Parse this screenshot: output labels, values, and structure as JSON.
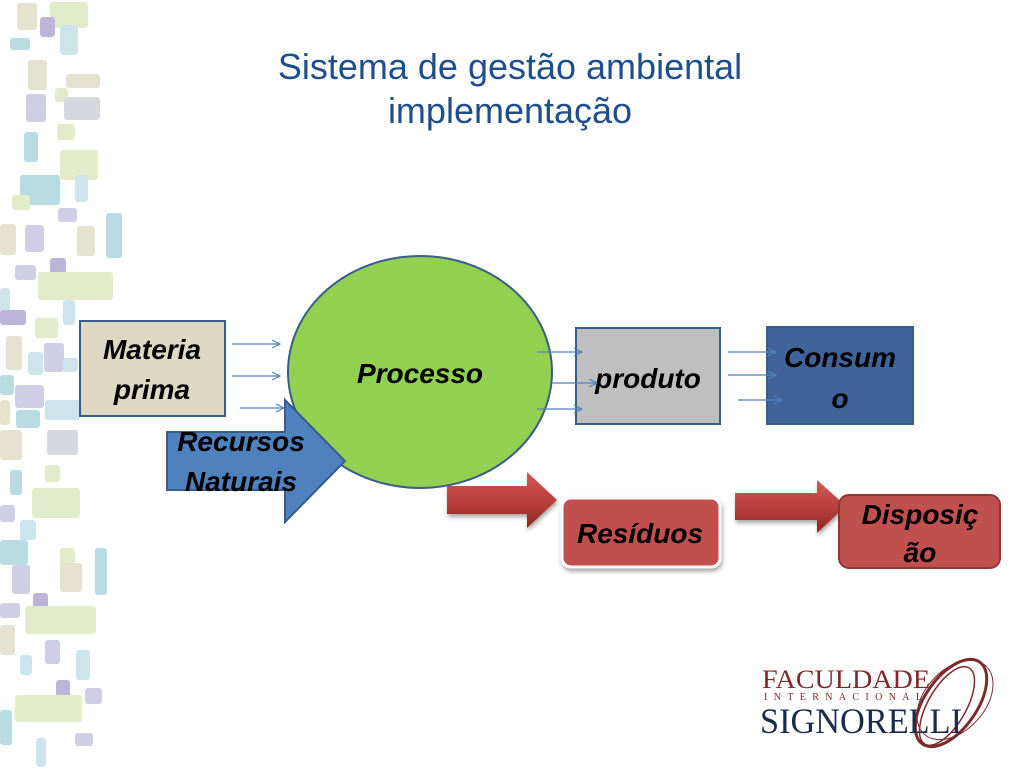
{
  "slide": {
    "title_lines": [
      "Sistema de gestão ambiental",
      "implementação"
    ]
  },
  "diagram": {
    "materia_prima": {
      "lines": [
        "Materia",
        "prima"
      ]
    },
    "processo": {
      "label": "Processo"
    },
    "recursos_naturais": {
      "lines": [
        "Recursos",
        "Naturais"
      ]
    },
    "produto": {
      "label": "produto"
    },
    "consumo": {
      "lines": [
        "Consum",
        "o"
      ]
    },
    "residuos": {
      "label": "Resíduos"
    },
    "disposicao": {
      "lines": [
        "Disposiç",
        "ão"
      ]
    }
  },
  "logo": {
    "line1": "FACULDADE",
    "line2": "INTERNACIONAL",
    "line3": "SIGNORELLI"
  },
  "colors": {
    "title": "#1f4e8c",
    "materia_prima_fill": "#ddd9c3",
    "processo_fill": "#92d050",
    "recursos_naturais_fill": "#4f81bd",
    "produto_fill": "#bfbfbf",
    "consumo_fill": "#40639a",
    "residuos_fill": "#c0504d",
    "disposicao_fill": "#c0504d",
    "shape_outline": "#385d8a",
    "connector": "#4f81bd",
    "logo_red": "#7e2a2a",
    "logo_navy": "#1c2b4a"
  }
}
